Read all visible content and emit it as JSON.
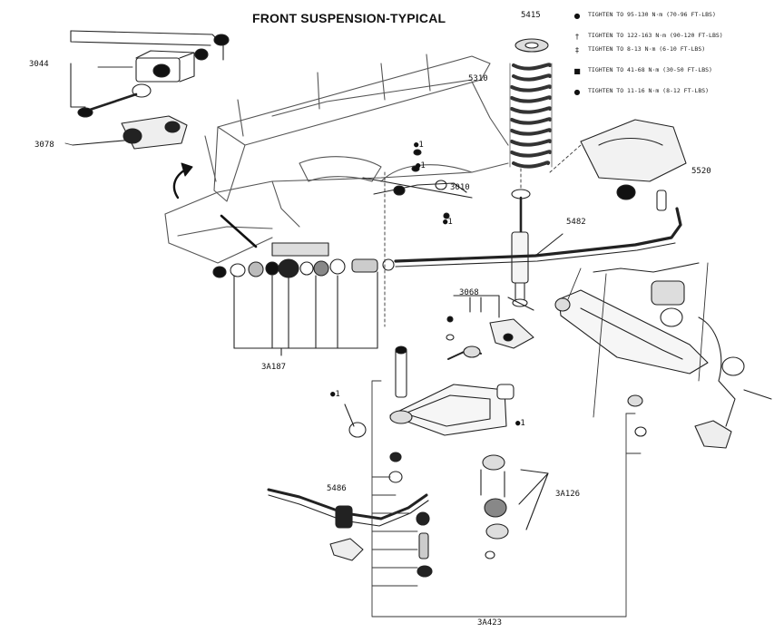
{
  "title": "FRONT SUSPENSION-TYPICAL",
  "legend": [
    {
      "icon": "filled-dot",
      "mark": "●",
      "text": "TIGHTEN TO 95-130 N·m (70-96 FT-LBS)"
    },
    {
      "icon": "dagger",
      "mark": "†",
      "text": "TIGHTEN TO 122-163 N·m (90-120 FT-LBS)"
    },
    {
      "icon": "double-dagger",
      "mark": "‡",
      "text": "TIGHTEN TO 8-13 N·m (6-10 FT-LBS)"
    },
    {
      "icon": "filled-square",
      "mark": "■",
      "text": "TIGHTEN TO 41-68 N·m (30-50 FT-LBS)"
    },
    {
      "icon": "arrow-dot",
      "mark": "●",
      "text": "TIGHTEN TO 11-16 N·m (8-12 FT-LBS)"
    }
  ],
  "part_labels": {
    "coil_spring": "5310",
    "spring_insulator": "5415",
    "bracket_upper": "3044",
    "bracket_lower": "3078",
    "stabilizer_bar": "5482",
    "bumper": "5520",
    "strut_bushing_kit": "3A187",
    "upper_arm": "3068",
    "stabilizer_link": "5486",
    "ball_joint": "3A126",
    "upper_joint": "3010",
    "lower_arm": "3A423"
  },
  "callouts": [
    "●1",
    "●1",
    "●1",
    "●1",
    "●1"
  ]
}
